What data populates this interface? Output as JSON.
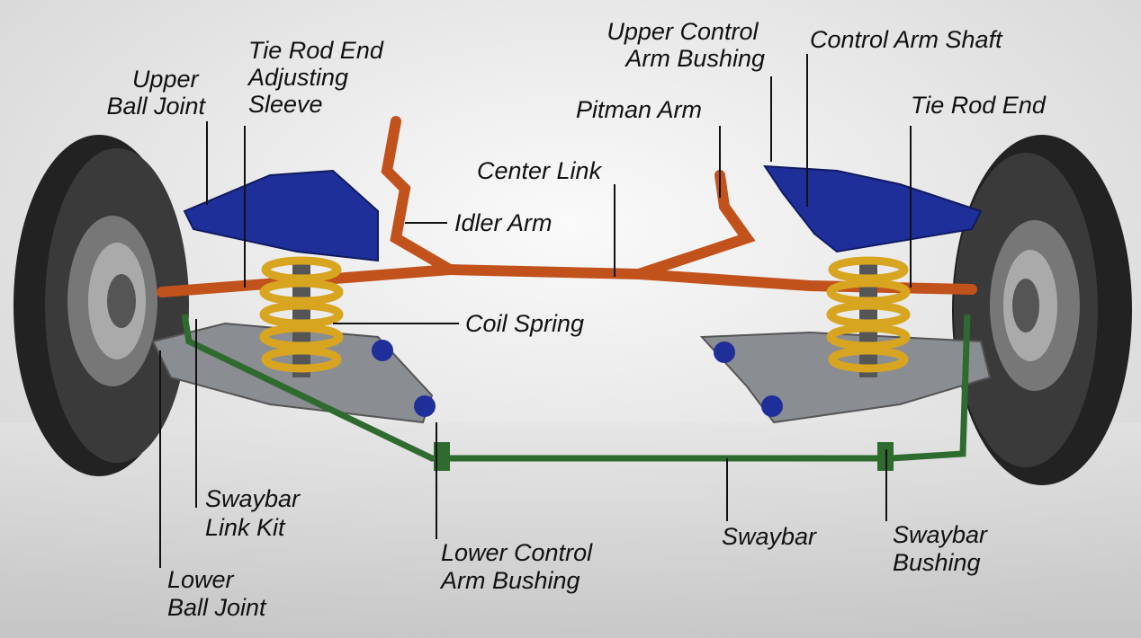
{
  "labels": {
    "upper_ball_joint": [
      "Upper",
      "Ball Joint"
    ],
    "tie_rod_end_adjusting_sleeve": [
      "Tie Rod End",
      "Adjusting",
      "Sleeve"
    ],
    "upper_control_arm_bushing": [
      "Upper Control",
      "Arm Bushing"
    ],
    "control_arm_shaft": [
      "Control Arm Shaft"
    ],
    "pitman_arm": [
      "Pitman Arm"
    ],
    "tie_rod_end": [
      "Tie Rod End"
    ],
    "center_link": [
      "Center Link"
    ],
    "idler_arm": [
      "Idler Arm"
    ],
    "coil_spring": [
      "Coil Spring"
    ],
    "swaybar_link_kit": [
      "Swaybar",
      "Link Kit"
    ],
    "lower_ball_joint": [
      "Lower",
      "Ball Joint"
    ],
    "lower_control_arm_bushing": [
      "Lower Control",
      "Arm Bushing"
    ],
    "swaybar": [
      "Swaybar"
    ],
    "swaybar_bushing": [
      "Swaybar",
      "Bushing"
    ]
  },
  "colors": {
    "upper_control_arm": "#1f2f9a",
    "steering_linkage": "#c2521c",
    "coil_spring": "#d8a520",
    "swaybar": "#2f6b2f",
    "lower_control_arm": "#8a8d92",
    "tire": "#2a2a2a"
  }
}
